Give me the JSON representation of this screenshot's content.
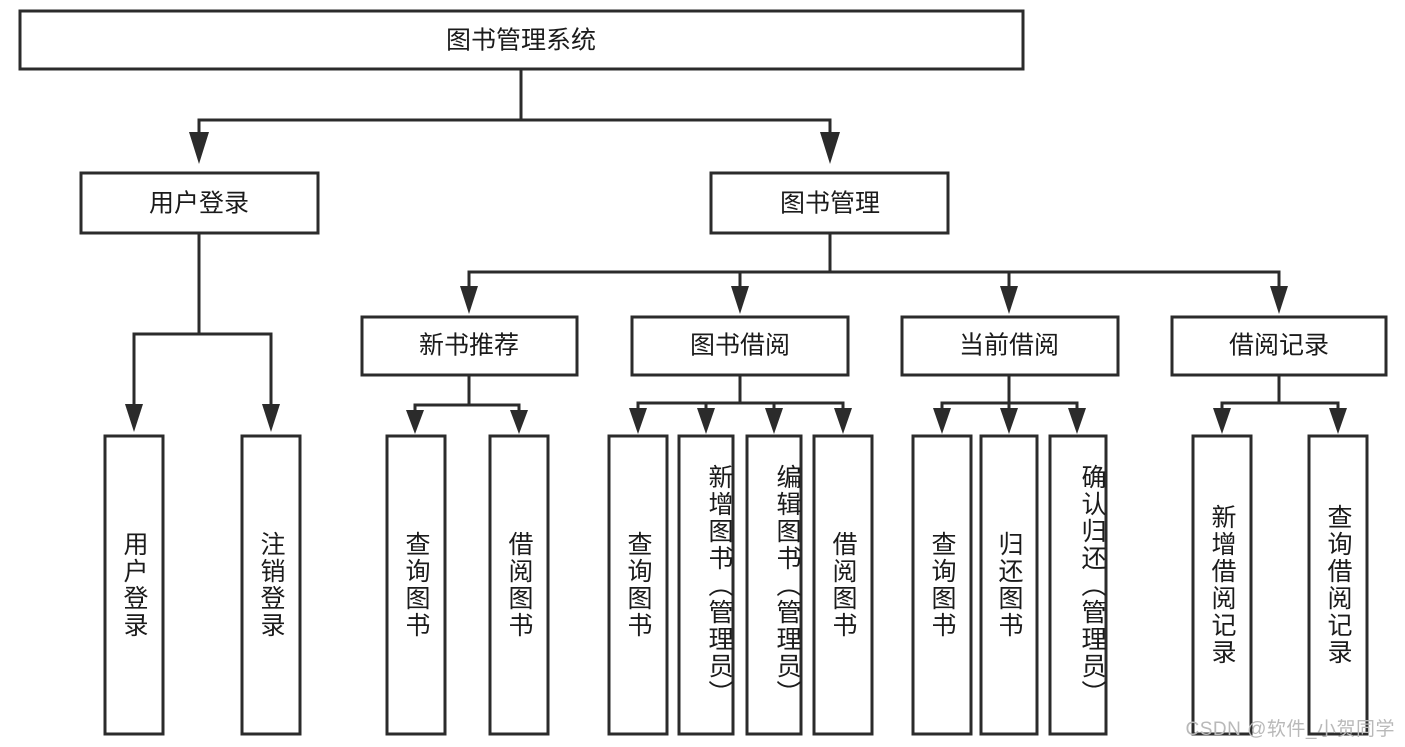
{
  "diagram": {
    "title_node": {
      "label": "图书管理系统"
    },
    "level2": [
      {
        "id": "user-login",
        "label": "用户登录"
      },
      {
        "id": "book-management",
        "label": "图书管理"
      }
    ],
    "level3": [
      {
        "id": "new-book-recommend",
        "label": "新书推荐"
      },
      {
        "id": "book-borrow",
        "label": "图书借阅"
      },
      {
        "id": "current-borrow",
        "label": "当前借阅"
      },
      {
        "id": "borrow-record",
        "label": "借阅记录"
      }
    ],
    "leaves": [
      {
        "id": "leaf-user-login",
        "label": "用户登录",
        "parent": "user-login"
      },
      {
        "id": "leaf-logout-login",
        "label": "注销登录",
        "parent": "user-login"
      },
      {
        "id": "leaf-query-book-1",
        "label": "查询图书",
        "parent": "new-book-recommend"
      },
      {
        "id": "leaf-borrow-book-1",
        "label": "借阅图书",
        "parent": "new-book-recommend"
      },
      {
        "id": "leaf-query-book-2",
        "label": "查询图书",
        "parent": "book-borrow"
      },
      {
        "id": "leaf-add-book",
        "label": "新增图书（管理员）",
        "parent": "book-borrow"
      },
      {
        "id": "leaf-edit-book",
        "label": "编辑图书（管理员）",
        "parent": "book-borrow"
      },
      {
        "id": "leaf-borrow-book-2",
        "label": "借阅图书",
        "parent": "book-borrow"
      },
      {
        "id": "leaf-query-book-3",
        "label": "查询图书",
        "parent": "current-borrow"
      },
      {
        "id": "leaf-return-book",
        "label": "归还图书",
        "parent": "current-borrow"
      },
      {
        "id": "leaf-confirm-return",
        "label": "确认归还（管理员）",
        "parent": "current-borrow"
      },
      {
        "id": "leaf-add-record",
        "label": "新增借阅记录",
        "parent": "borrow-record"
      },
      {
        "id": "leaf-query-record",
        "label": "查询借阅记录",
        "parent": "borrow-record"
      }
    ],
    "colors": {
      "stroke": "#2b2b2b",
      "fill": "#ffffff",
      "text": "#1b1b1b",
      "watermark": "#b9b9b9"
    }
  },
  "watermark": {
    "text": "CSDN @软件_小贺同学"
  }
}
